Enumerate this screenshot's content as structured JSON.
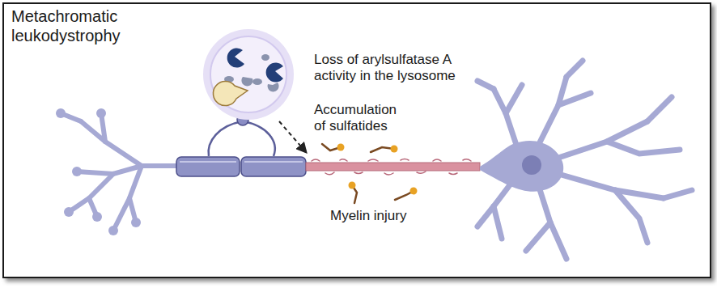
{
  "diagram": {
    "title": "Metachromatic leukodystrophy",
    "labels": [
      "Loss of arylsulfatase A activity in the lysosome",
      "Accumulation of sulfatides",
      "Myelin injury"
    ]
  }
}
